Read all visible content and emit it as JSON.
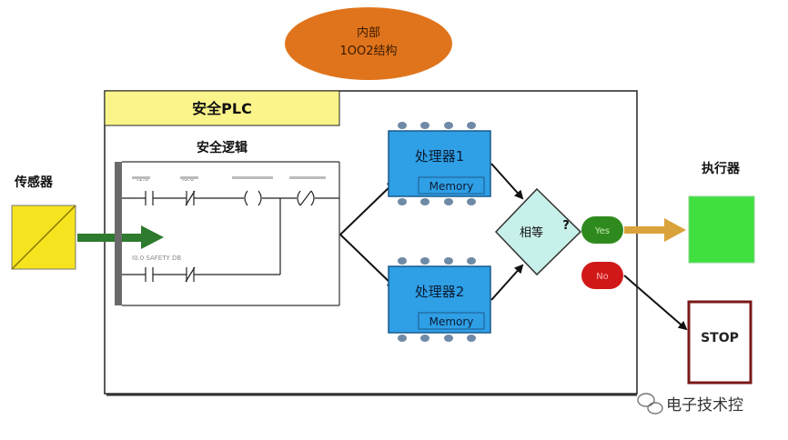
{
  "header": {
    "arch_label_line1": "内部",
    "arch_label_line2": "1OO2结构"
  },
  "plc": {
    "title": "安全PLC"
  },
  "logic": {
    "title": "安全逻辑",
    "rung1_labels": [
      "I1.0",
      "I0.0",
      "",
      ""
    ],
    "rung2_label": "I0.0 SAFETY DB"
  },
  "sensor": {
    "label": "传感器"
  },
  "processors": [
    {
      "name": "处理器1",
      "memory": "Memory"
    },
    {
      "name": "处理器2",
      "memory": "Memory"
    }
  ],
  "compare": {
    "label": "相等",
    "question": "?"
  },
  "results": {
    "yes": "Yes",
    "no": "No"
  },
  "actuator": {
    "label": "执行器"
  },
  "stop": {
    "label": "STOP"
  },
  "watermark": {
    "text": "电子技术控"
  },
  "colors": {
    "ellipse": "#e0741c",
    "plc_title_bg": "#fbf48a",
    "processor": "#2f9fe6",
    "compare": "#c8f0ea",
    "yes": "#2f8a1e",
    "no": "#d01818",
    "actuator": "#3fe040",
    "stop_border": "#7a1818",
    "sensor": "#f5e320",
    "arrow_green": "#2e7a2e",
    "arrow_orange": "#d9a23a"
  }
}
